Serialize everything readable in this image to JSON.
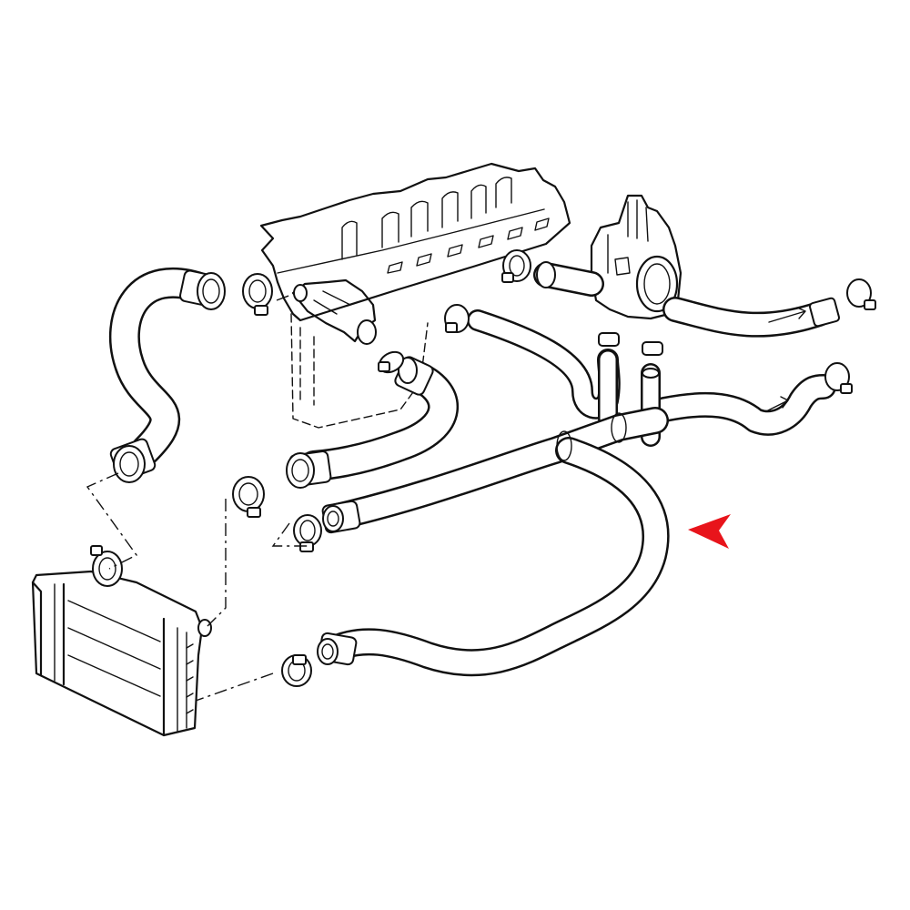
{
  "diagram": {
    "highlight_color": "#e8141b",
    "line_color": "#111111",
    "background": "#ffffff",
    "parts": [
      "engine-block",
      "throttle-body",
      "radiator",
      "upper-radiator-hose",
      "lower-radiator-hose",
      "heater-hoses",
      "hose-clamps"
    ],
    "indicator": "red-arrow-pointer"
  }
}
